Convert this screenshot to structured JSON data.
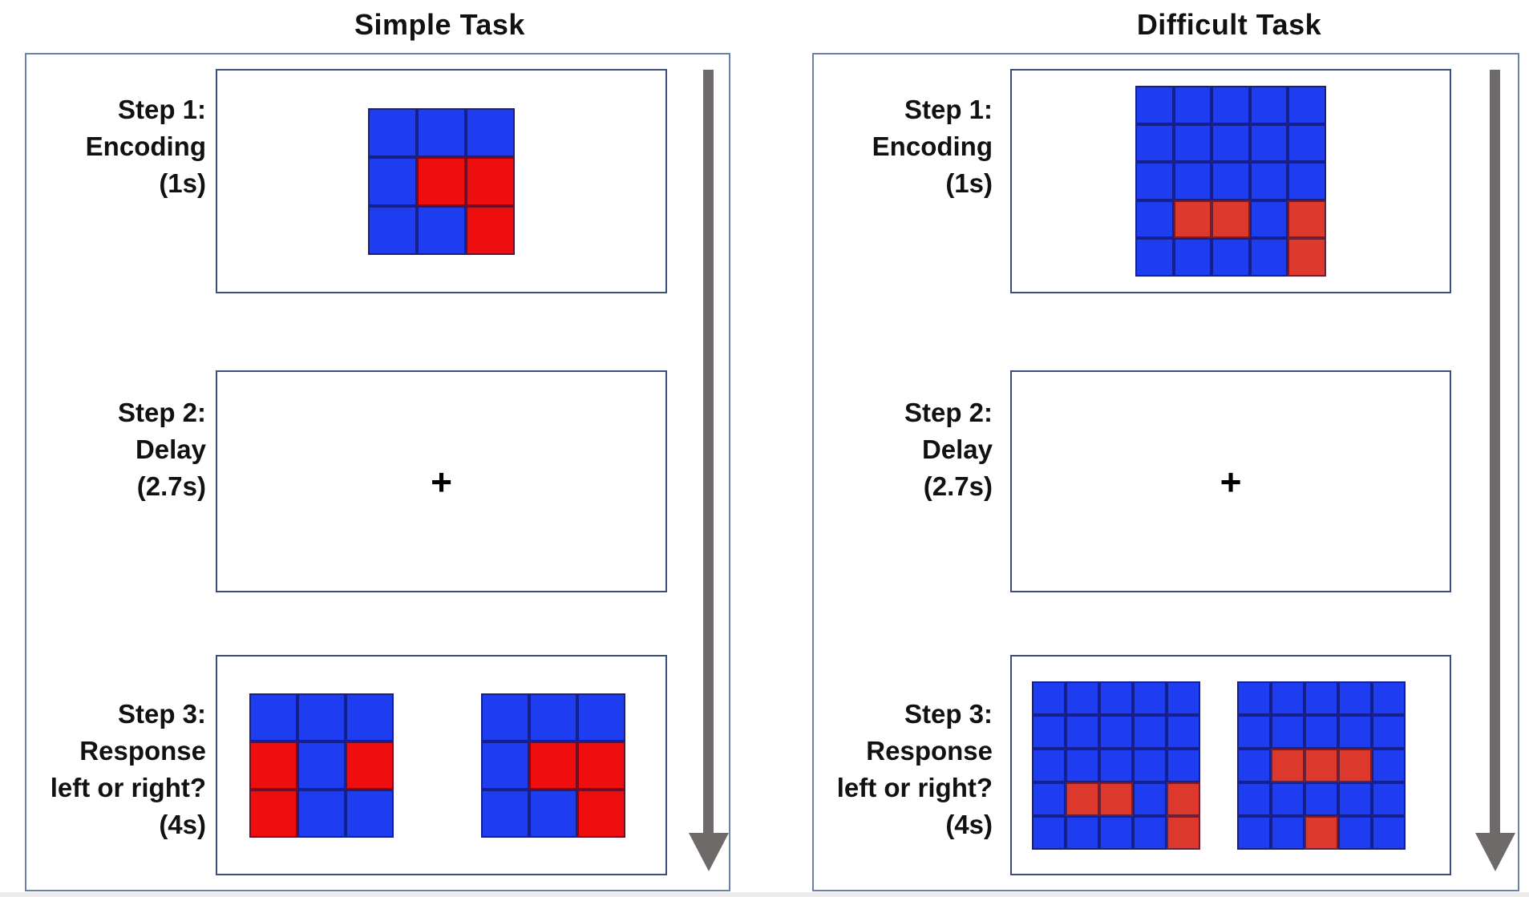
{
  "figure": {
    "colors": {
      "blue": "#1e3cf0",
      "grid_line": "rgba(15,10,60,0.55)",
      "panel_border": "#6a81a8",
      "screen_border": "#3a4f7c",
      "arrow": "#6e6a6a",
      "text": "#111111"
    },
    "panels": [
      {
        "title": "Simple Task",
        "red": "#ee0e0e",
        "fixation_cross": "+",
        "grid_rows": 3,
        "grid_cols": 3,
        "steps": [
          {
            "lines": [
              "Step 1:",
              "Encoding",
              "(1s)"
            ]
          },
          {
            "lines": [
              "Step 2:",
              "Delay",
              "(2.7s)"
            ]
          },
          {
            "lines": [
              "Step 3:",
              "Response",
              "left or right?",
              "(4s)"
            ]
          }
        ],
        "encoding_grid": [
          [
            "B",
            "B",
            "B"
          ],
          [
            "B",
            "R",
            "R"
          ],
          [
            "B",
            "B",
            "R"
          ]
        ],
        "response_grid_left": [
          [
            "B",
            "B",
            "B"
          ],
          [
            "R",
            "B",
            "R"
          ],
          [
            "R",
            "B",
            "B"
          ]
        ],
        "response_grid_right": [
          [
            "B",
            "B",
            "B"
          ],
          [
            "B",
            "R",
            "R"
          ],
          [
            "B",
            "B",
            "R"
          ]
        ]
      },
      {
        "title": "Difficult Task",
        "red": "#dd3a2d",
        "fixation_cross": "+",
        "grid_rows": 5,
        "grid_cols": 5,
        "steps": [
          {
            "lines": [
              "Step 1:",
              "Encoding",
              "(1s)"
            ]
          },
          {
            "lines": [
              "Step 2:",
              "Delay",
              "(2.7s)"
            ]
          },
          {
            "lines": [
              "Step 3:",
              "Response",
              "left or right?",
              "(4s)"
            ]
          }
        ],
        "encoding_grid": [
          [
            "B",
            "B",
            "B",
            "B",
            "B"
          ],
          [
            "B",
            "B",
            "B",
            "B",
            "B"
          ],
          [
            "B",
            "B",
            "B",
            "B",
            "B"
          ],
          [
            "B",
            "R",
            "R",
            "B",
            "R"
          ],
          [
            "B",
            "B",
            "B",
            "B",
            "R"
          ]
        ],
        "response_grid_left": [
          [
            "B",
            "B",
            "B",
            "B",
            "B"
          ],
          [
            "B",
            "B",
            "B",
            "B",
            "B"
          ],
          [
            "B",
            "B",
            "B",
            "B",
            "B"
          ],
          [
            "B",
            "R",
            "R",
            "B",
            "R"
          ],
          [
            "B",
            "B",
            "B",
            "B",
            "R"
          ]
        ],
        "response_grid_right": [
          [
            "B",
            "B",
            "B",
            "B",
            "B"
          ],
          [
            "B",
            "B",
            "B",
            "B",
            "B"
          ],
          [
            "B",
            "R",
            "R",
            "R",
            "B"
          ],
          [
            "B",
            "B",
            "B",
            "B",
            "B"
          ],
          [
            "B",
            "B",
            "R",
            "B",
            "B"
          ]
        ]
      }
    ]
  }
}
